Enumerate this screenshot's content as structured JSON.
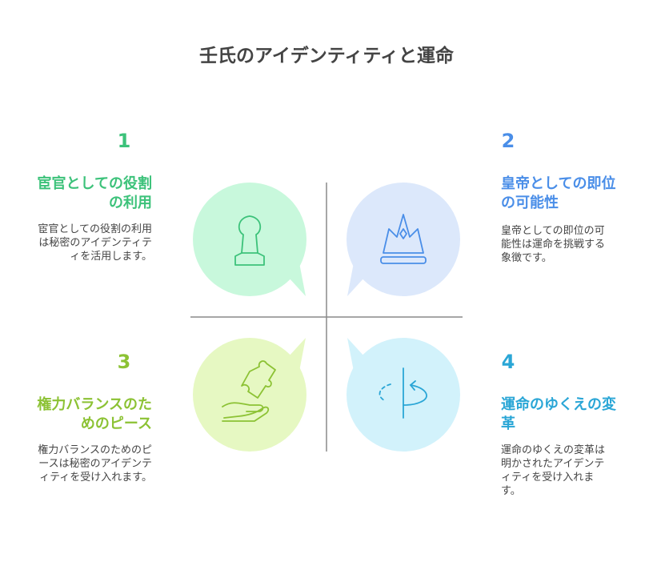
{
  "title": "壬氏のアイデンティティと運命",
  "quadrants": [
    {
      "number": "1",
      "heading": "宦官としての役割の利用",
      "description": "宦官としての役割の利用は秘密のアイデンティティを活用します。",
      "icon": "chess-pawn-icon",
      "color": "#3cc27a",
      "fill": "#c8f8dc"
    },
    {
      "number": "2",
      "heading": "皇帝としての即位の可能性",
      "description": "皇帝としての即位の可能性は運命を挑戦する象徴です。",
      "icon": "crown-icon",
      "color": "#4a8ee8",
      "fill": "#dce8fb"
    },
    {
      "number": "3",
      "heading": "権力バランスのためのピース",
      "description": "権力バランスのためのピースは秘密のアイデンティティを受け入れます。",
      "icon": "puzzle-hand-icon",
      "color": "#8cc234",
      "fill": "#e6f8c2"
    },
    {
      "number": "4",
      "heading": "運命のゆくえの変革",
      "description": "運命のゆくえの変革は明かされたアイデンティティを受け入れます。",
      "icon": "rotate-axis-icon",
      "color": "#2aa6d6",
      "fill": "#d2f2fb"
    }
  ]
}
